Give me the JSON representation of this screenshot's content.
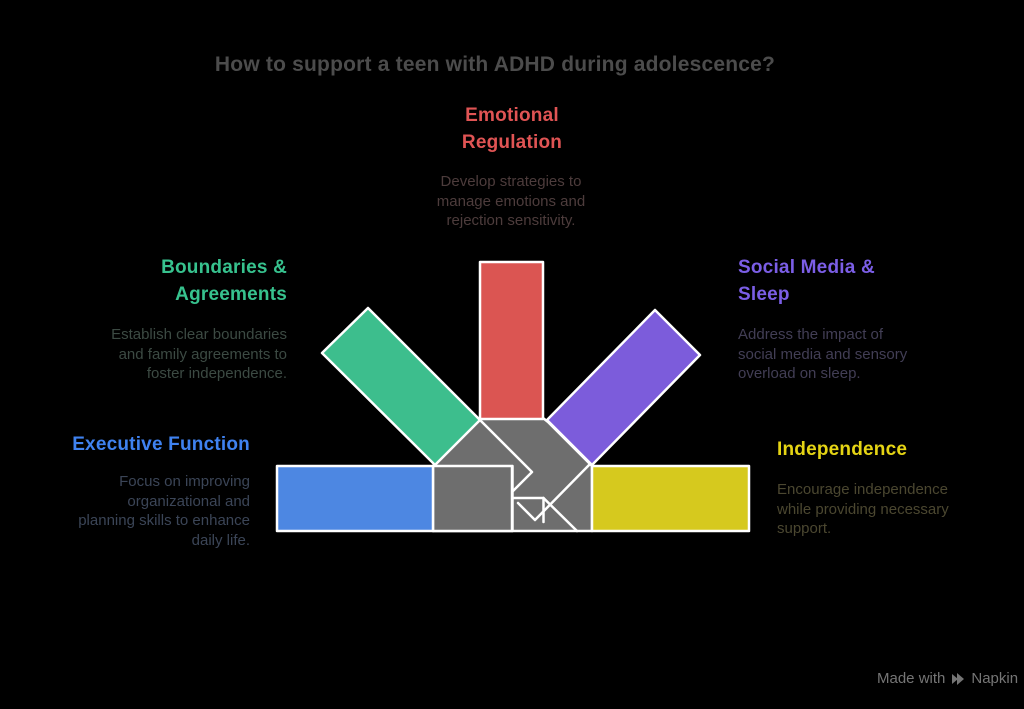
{
  "title": "How to support a teen with ADHD during adolescence?",
  "sections": {
    "emotional": {
      "heading": [
        "Emotional",
        "Regulation"
      ],
      "desc": [
        "Develop strategies to",
        "manage emotions and",
        "rejection sensitivity."
      ]
    },
    "boundaries": {
      "heading": [
        "Boundaries &",
        "Agreements"
      ],
      "desc": [
        "Establish clear boundaries",
        "and family agreements to",
        "foster independence."
      ]
    },
    "executive": {
      "heading": [
        "Executive Function"
      ],
      "desc": [
        "Focus on improving",
        "organizational and",
        "planning skills to enhance",
        "daily life."
      ]
    },
    "social": {
      "heading": [
        "Social Media &",
        "Sleep"
      ],
      "desc": [
        "Address the impact of",
        "social media and sensory",
        "overload on sleep."
      ]
    },
    "independence": {
      "heading": [
        "Independence"
      ],
      "desc": [
        "Encourage independence",
        "while providing necessary",
        "support."
      ]
    }
  },
  "watermark": {
    "made_with": "Made with",
    "brand": "Napkin",
    "logo_icon": "double-play-triangle-icon"
  },
  "colors": {
    "background": "#000000",
    "title": "#4c4c4c",
    "ribbon_red": "#db5552",
    "heading_red": "#e05454",
    "desc_red": "#4d3c3c",
    "ribbon_green": "#3dbe8d",
    "heading_green": "#37c28e",
    "desc_green": "#3c4a43",
    "ribbon_blue": "#4d87e2",
    "heading_blue": "#3f82f0",
    "desc_blue": "#3b4557",
    "ribbon_purple": "#7c5cdb",
    "heading_purple": "#7b5ee6",
    "desc_purple": "#423e55",
    "ribbon_yellow": "#d6c91e",
    "heading_yellow": "#e5d414",
    "desc_yellow": "#4b4730",
    "center_gray": "#6e6e6e",
    "outline_white": "#ffffff",
    "watermark": "#757575"
  }
}
